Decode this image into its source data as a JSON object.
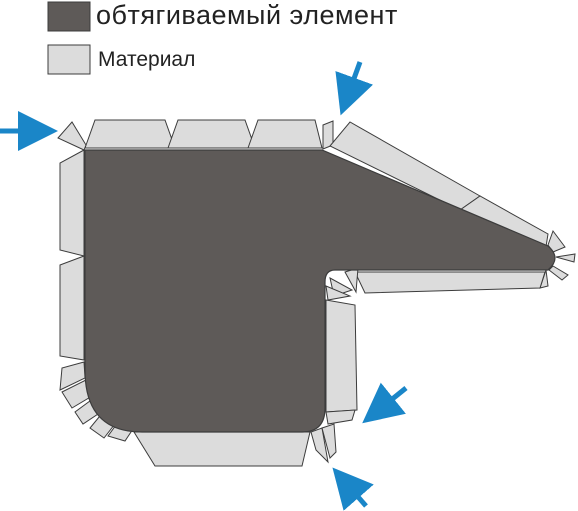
{
  "legend": {
    "items": [
      {
        "label": "обтягиваемый элемент",
        "swatch_color": "#5e5a58"
      },
      {
        "label": "Материал",
        "swatch_color": "#dcdcdc"
      }
    ]
  },
  "colors": {
    "element_fill": "#5e5a58",
    "material_fill": "#dcdcdc",
    "outline": "#3c3c3c",
    "arrow": "#1a86c8"
  },
  "arrows": [
    {
      "name": "arrow-left",
      "direction": "right"
    },
    {
      "name": "arrow-top-notch",
      "direction": "down-left"
    },
    {
      "name": "arrow-inner-corner",
      "direction": "down-left"
    },
    {
      "name": "arrow-bottom-notch",
      "direction": "up-left"
    }
  ]
}
